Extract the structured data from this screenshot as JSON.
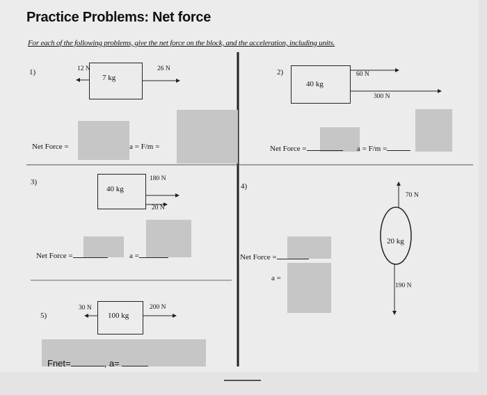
{
  "title": "Practice Problems: Net force",
  "instructions": "For each of the following problems, give the net force on the block, and the acceleration, including units.",
  "problems": [
    {
      "number": "1)",
      "mass": "7 kg",
      "forces": [
        "12 N",
        "26 N"
      ],
      "net_force_label": "Net Force =",
      "accel_label": "a = F/m ="
    },
    {
      "number": "2)",
      "mass": "40 kg",
      "forces": [
        "60 N",
        "300 N"
      ],
      "net_force_label": "Net Force =",
      "accel_label": "a = F/m ="
    },
    {
      "number": "3)",
      "mass": "40 kg",
      "forces": [
        "180 N",
        "20 N"
      ],
      "net_force_label": "Net Force =",
      "accel_label": "a ="
    },
    {
      "number": "4)",
      "mass": "20 kg",
      "forces": [
        "70 N",
        "190 N"
      ],
      "net_force_label": "Net Force =",
      "accel_label": "a ="
    },
    {
      "number": "5)",
      "mass": "100 kg",
      "forces": [
        "30 N",
        "200 N"
      ],
      "net_force_label": "Fnet=",
      "accel_label": ", a="
    }
  ]
}
